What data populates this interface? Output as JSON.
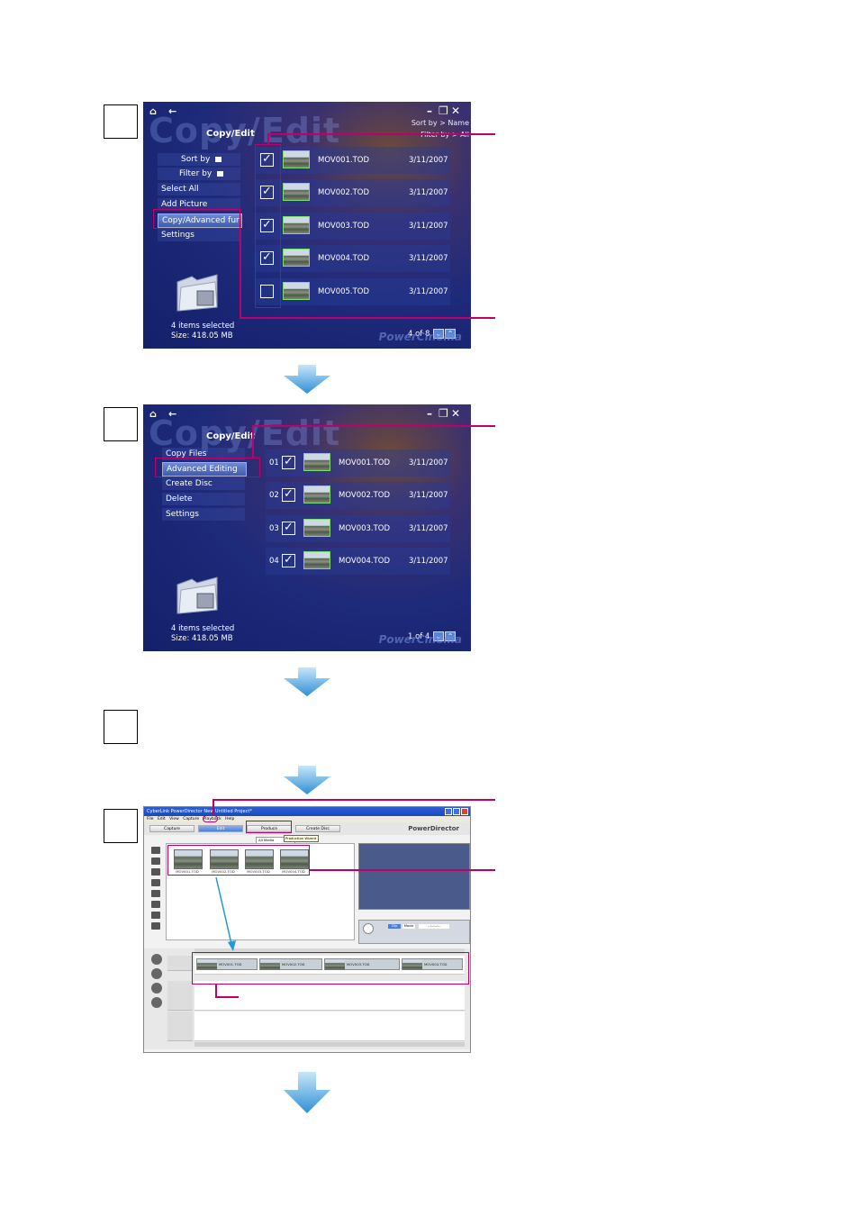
{
  "steps": [
    {
      "label": ""
    },
    {
      "label": ""
    },
    {
      "label": ""
    },
    {
      "label": ""
    }
  ],
  "panel1": {
    "watermark": "Copy/Edit",
    "title": "Copy/Edit",
    "sort_info": "Sort by > Name",
    "filter_info": "Filter by > All",
    "menu": [
      {
        "label": "Sort by"
      },
      {
        "label": "Filter by"
      },
      {
        "label": "Select All"
      },
      {
        "label": "Add Picture"
      },
      {
        "label": "Copy/Advanced fur"
      },
      {
        "label": "Settings"
      }
    ],
    "files": [
      {
        "name": "MOV001.TOD",
        "date": "3/11/2007",
        "checked": true
      },
      {
        "name": "MOV002.TOD",
        "date": "3/11/2007",
        "checked": true
      },
      {
        "name": "MOV003.TOD",
        "date": "3/11/2007",
        "checked": true
      },
      {
        "name": "MOV004.TOD",
        "date": "3/11/2007",
        "checked": true
      },
      {
        "name": "MOV005.TOD",
        "date": "3/11/2007",
        "checked": false
      }
    ],
    "status_line1": "4 items selected",
    "status_line2": "Size: 418.05 MB",
    "pager": "4 of 8",
    "brand": "PowerCinema"
  },
  "panel2": {
    "watermark": "Copy/Edit",
    "title": "Copy/Edit",
    "menu": [
      {
        "label": "Copy Files"
      },
      {
        "label": "Advanced Editing"
      },
      {
        "label": "Create Disc"
      },
      {
        "label": "Delete"
      },
      {
        "label": "Settings"
      }
    ],
    "files": [
      {
        "num": "01",
        "name": "MOV001.TOD",
        "date": "3/11/2007"
      },
      {
        "num": "02",
        "name": "MOV002.TOD",
        "date": "3/11/2007"
      },
      {
        "num": "03",
        "name": "MOV003.TOD",
        "date": "3/11/2007"
      },
      {
        "num": "04",
        "name": "MOV004.TOD",
        "date": "3/11/2007"
      }
    ],
    "status_line1": "4 items selected",
    "status_line2": "Size: 418.05 MB",
    "pager": "1 of 4",
    "brand": "PowerCinema"
  },
  "powerdirector": {
    "window_title": "CyberLink PowerDirector New Untitled Project*",
    "menus": [
      "File",
      "Edit",
      "View",
      "Capture",
      "Playback",
      "Help"
    ],
    "modes": [
      "Capture",
      "Edit",
      "Produce",
      "Create Disc"
    ],
    "logo": "PowerDirector",
    "media_filter": "All Media",
    "tooltip": "Production Wizard",
    "clips": [
      "MOV001.TOD",
      "MOV002.TOD",
      "MOV003.TOD",
      "MOV004.TOD"
    ],
    "timeline_clips": [
      "MOV001.TOD",
      "MOV002.TOD",
      "MOV003.TOD",
      "MOV004.TOD"
    ],
    "clip_tab": "Clip",
    "movie_tab": "Movie",
    "timecode": "--:--:--:--"
  }
}
